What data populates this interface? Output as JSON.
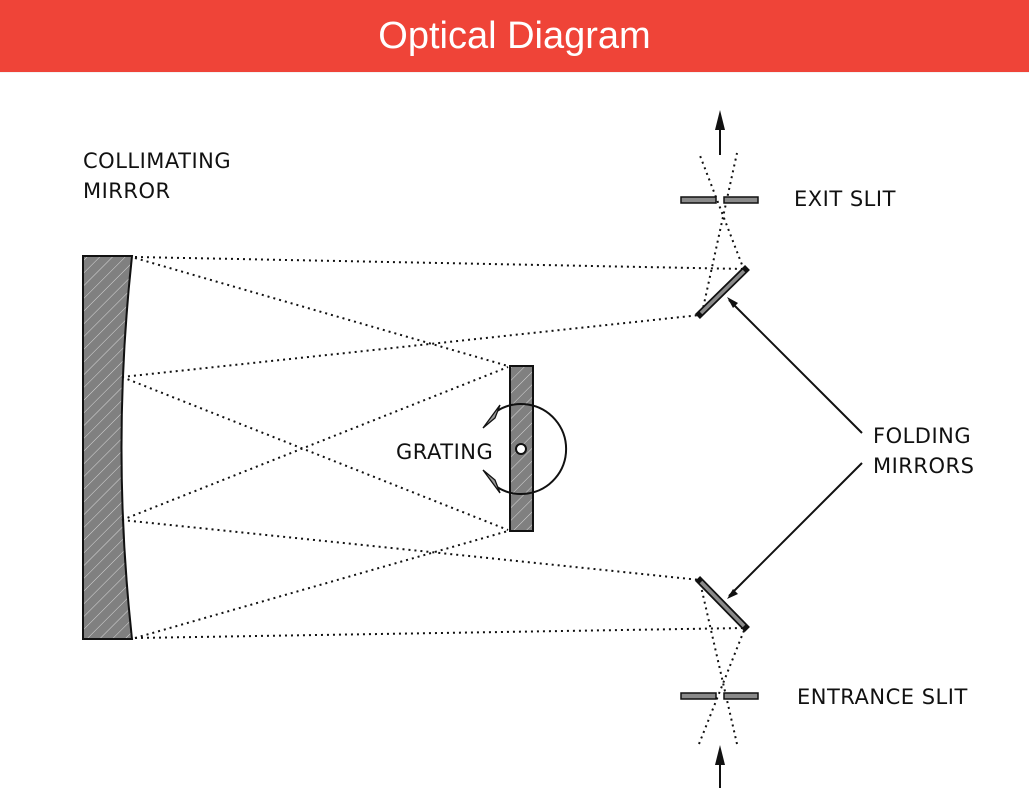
{
  "header": {
    "title": "Optical Diagram",
    "background_color": "#ef4438",
    "text_color": "#ffffff"
  },
  "diagram": {
    "labels": {
      "collimating_mirror_line1": "COLLIMATING",
      "collimating_mirror_line2": "MIRROR",
      "grating": "GRATING",
      "exit_slit": "EXIT SLIT",
      "folding_mirrors_line1": "FOLDING",
      "folding_mirrors_line2": "MIRRORS",
      "entrance_slit": "ENTRANCE SLIT"
    },
    "components": [
      {
        "id": "collimating-mirror",
        "type": "concave-mirror"
      },
      {
        "id": "grating",
        "type": "rotating-grating"
      },
      {
        "id": "exit-folding-mirror",
        "type": "flat-mirror"
      },
      {
        "id": "entrance-folding-mirror",
        "type": "flat-mirror"
      },
      {
        "id": "exit-slit",
        "type": "slit"
      },
      {
        "id": "entrance-slit",
        "type": "slit"
      }
    ],
    "light_path": [
      "entrance-slit",
      "entrance-folding-mirror",
      "collimating-mirror",
      "grating",
      "collimating-mirror",
      "exit-folding-mirror",
      "exit-slit"
    ],
    "colors": {
      "component_fill": "#808080",
      "line": "#111111"
    }
  }
}
